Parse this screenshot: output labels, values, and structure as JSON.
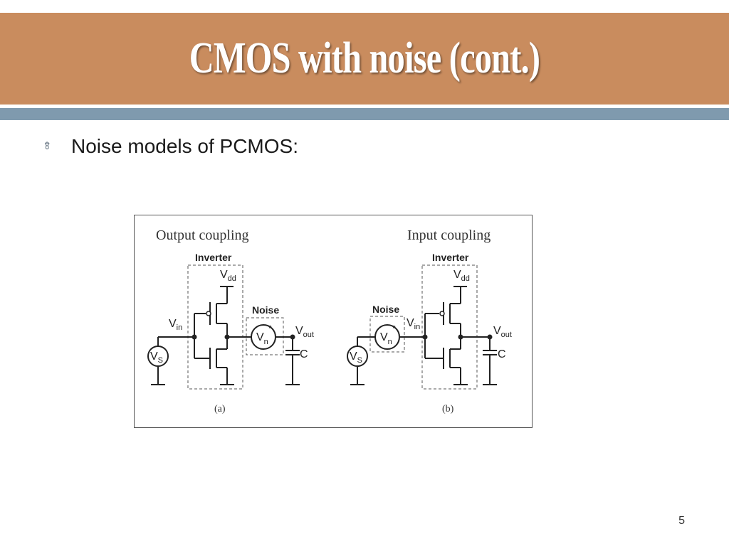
{
  "slide": {
    "title": "CMOS with noise (cont.)",
    "bullet_text": "Noise models of PCMOS:",
    "page_number": "5"
  },
  "figure": {
    "left_panel": {
      "heading": "Output coupling",
      "inverter_label": "Inverter",
      "noise_label": "Noise",
      "vdd_main": "V",
      "vdd_sub": "dd",
      "vin_main": "V",
      "vin_sub": "in",
      "vn_main": "V",
      "vn_sub": "n",
      "vn_sup": "*",
      "vout_main": "V",
      "vout_sub": "out",
      "vs_main": "V",
      "vs_sub": "S",
      "cap_label": "C",
      "caption": "(a)"
    },
    "right_panel": {
      "heading": "Input coupling",
      "inverter_label": "Inverter",
      "noise_label": "Noise",
      "vdd_main": "V",
      "vdd_sub": "dd",
      "vin_main": "V",
      "vin_sub": "in",
      "vn_main": "V",
      "vn_sub": "n",
      "vn_sup": "*",
      "vout_main": "V",
      "vout_sub": "out",
      "vs_main": "V",
      "vs_sub": "S",
      "cap_label": "C",
      "caption": "(b)"
    }
  },
  "colors": {
    "title_band": "#c98c5e",
    "rule": "#7f9aae"
  }
}
